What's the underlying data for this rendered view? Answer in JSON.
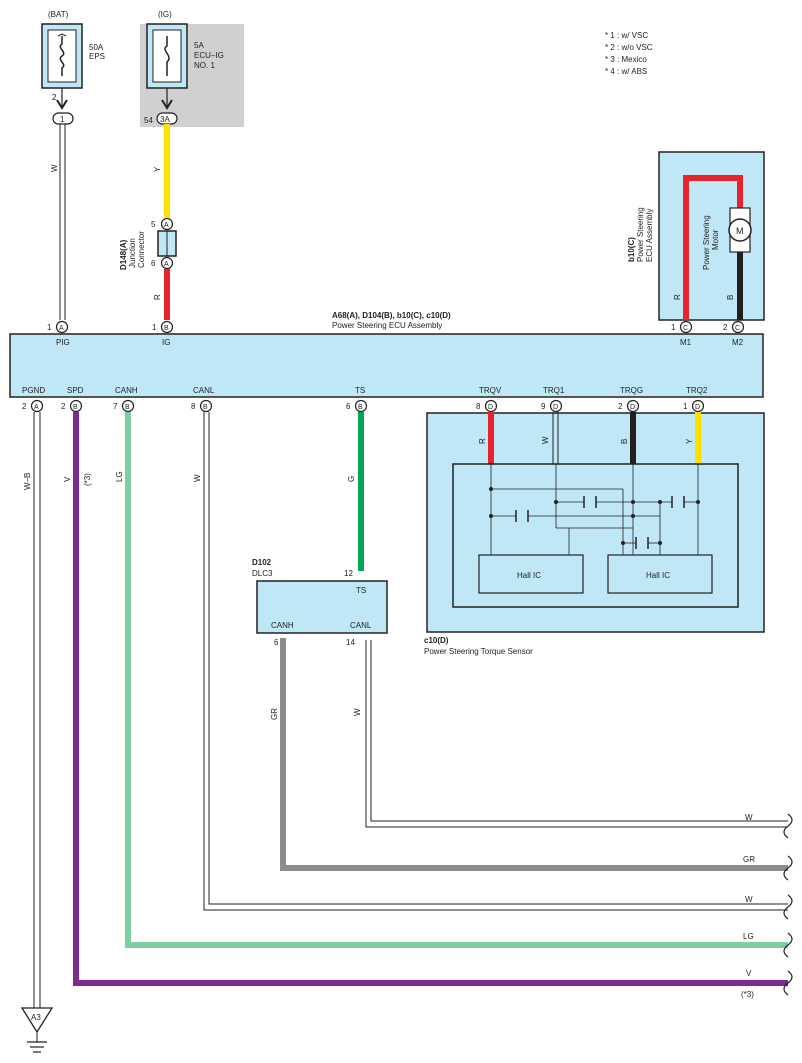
{
  "notes": [
    "* 1 : w/ VSC",
    "* 2 : w/o VSC",
    "* 3 : Mexico",
    "* 4 : w/ ABS"
  ],
  "power": {
    "bat_label": "(BAT)",
    "ig_label": "(IG)",
    "fuse_eps_amp": "50A",
    "fuse_eps_name": "EPS",
    "fuse_ecu_amp": "5A",
    "fuse_ecu_name1": "ECU–IG",
    "fuse_ecu_name2": "NO. 1",
    "bat_pin": "2",
    "bat_conn": "1",
    "ig_pin": "54",
    "ig_conn": "3A"
  },
  "junction": {
    "id": "D148(A)",
    "name1": "Junction",
    "name2": "Connector",
    "pin_top": "5",
    "pin_bot": "6",
    "conn": "A"
  },
  "motor": {
    "id": "b10(C)",
    "name1": "Power Steering",
    "name2": "ECU Assembly",
    "motor_name1": "Power Steering",
    "motor_name2": "Motor",
    "motor_symbol": "M",
    "wire_left": "R",
    "wire_right": "B",
    "pin_m1": "1",
    "pin_m2": "2",
    "conn": "C",
    "m1_label": "M1",
    "m2_label": "M2"
  },
  "ecu": {
    "header": "A68(A), D104(B), b10(C), c10(D)",
    "name": "Power Steering ECU Assembly",
    "pig_pin": "1",
    "pig_conn": "A",
    "pig_label": "PIG",
    "ig_pin": "1",
    "ig_conn": "B",
    "ig_label": "IG",
    "bottom": [
      {
        "pin": "2",
        "conn": "A",
        "label": "PGND"
      },
      {
        "pin": "2",
        "conn": "B",
        "label": "SPD"
      },
      {
        "pin": "7",
        "conn": "B",
        "label": "CANH"
      },
      {
        "pin": "8",
        "conn": "B",
        "label": "CANL"
      },
      {
        "pin": "6",
        "conn": "B",
        "label": "TS"
      },
      {
        "pin": "8",
        "conn": "D",
        "label": "TRQV"
      },
      {
        "pin": "9",
        "conn": "D",
        "label": "TRQ1"
      },
      {
        "pin": "2",
        "conn": "D",
        "label": "TRQG"
      },
      {
        "pin": "1",
        "conn": "D",
        "label": "TRQ2"
      }
    ]
  },
  "wires": {
    "w_bat": "W",
    "y_ig": "Y",
    "r_ig": "R",
    "pgnd": "W–B",
    "spd": "V",
    "spd_note": "(*3)",
    "canh": "LG",
    "canl": "W",
    "ts": "G",
    "trqv": "R",
    "trq1": "W",
    "trqg": "B",
    "trq2": "Y",
    "dlc_canh": "GR",
    "dlc_canl": "W"
  },
  "sensor": {
    "id": "c10(D)",
    "name": "Power Steering Torque Sensor",
    "hall1": "Hall IC",
    "hall2": "Hall IC"
  },
  "dlc": {
    "id": "D102",
    "name": "DLC3",
    "ts_pin": "12",
    "ts_label": "TS",
    "canh_label": "CANH",
    "canl_label": "CANL",
    "canh_pin": "6",
    "canl_pin": "14"
  },
  "right_labels": [
    {
      "label": "W"
    },
    {
      "label": "GR"
    },
    {
      "label": "W"
    },
    {
      "label": "LG"
    },
    {
      "label": "V",
      "note": "(*3)"
    }
  ],
  "ground": {
    "label": "A3"
  },
  "colors": {
    "box_fill": "#bfe7f5",
    "grey_fill": "#d0d0d0",
    "red": "#e8242a",
    "yellow": "#ffe000",
    "green": "#00a651",
    "lightgreen": "#7ccfa0",
    "grey": "#8c8c8c",
    "purple": "#7b2b8f",
    "black": "#231f20"
  }
}
